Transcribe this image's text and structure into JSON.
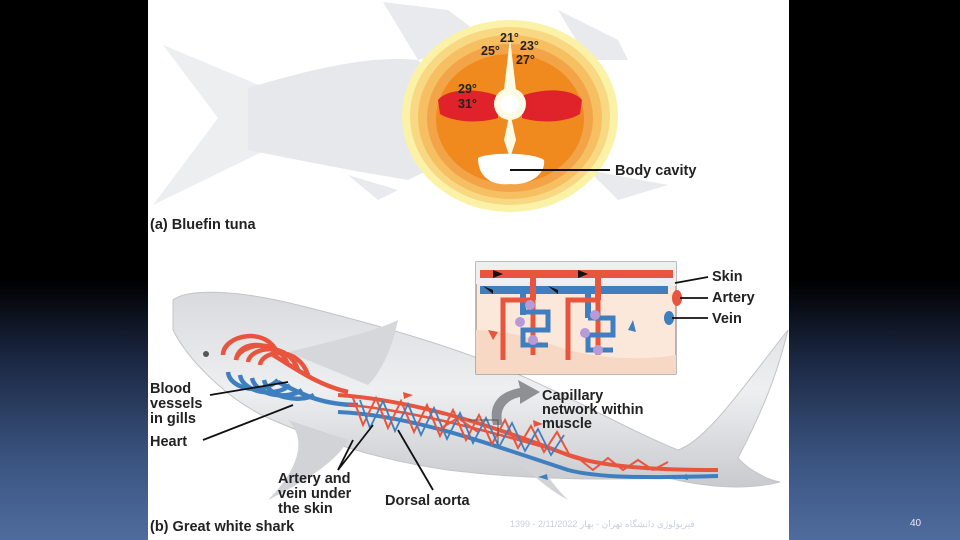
{
  "tuna": {
    "temps": [
      "21°",
      "25°",
      "23°",
      "27°",
      "29°",
      "31°"
    ],
    "label_body_cavity": "Body cavity",
    "caption": "(a) Bluefin tuna"
  },
  "shark": {
    "label_skin": "Skin",
    "label_artery": "Artery",
    "label_vein": "Vein",
    "label_capillary_1": "Capillary",
    "label_capillary_2": "network within",
    "label_capillary_3": "muscle",
    "label_blood_1": "Blood",
    "label_blood_2": "vessels",
    "label_blood_3": "in gills",
    "label_heart": "Heart",
    "label_av_1": "Artery and",
    "label_av_2": "vein under",
    "label_av_3": "the skin",
    "label_dorsal": "Dorsal aorta",
    "caption": "(b) Great white shark"
  },
  "footer": {
    "text": "1399 - فیزیولوژی دانشگاه تهران - بهار 2/11/2022",
    "slide_number": "40"
  },
  "colors": {
    "artery": "#e8553e",
    "vein": "#3f7fc0",
    "tuna_hot": "#e0232a",
    "tuna_warm": "#f08a1e",
    "background_blue": "#4f6c9e"
  }
}
